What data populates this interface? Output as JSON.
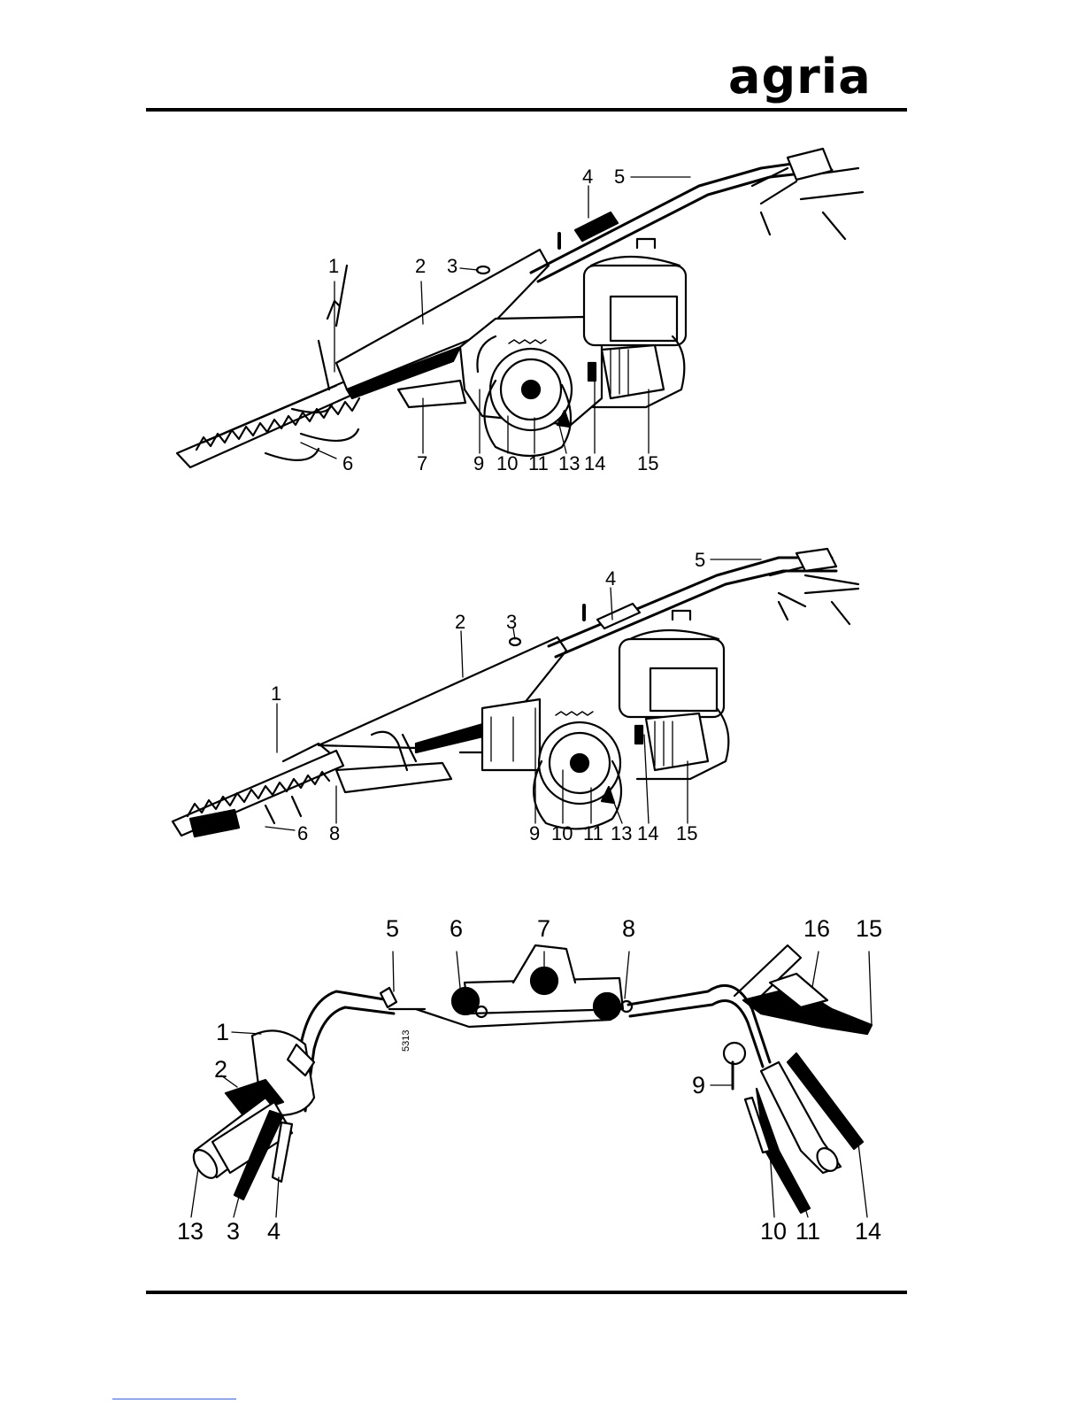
{
  "header": {
    "logo": "agria"
  },
  "figures": [
    {
      "id": "mower-1",
      "labels": [
        "1",
        "2",
        "3",
        "4",
        "5",
        "6",
        "7",
        "9",
        "10",
        "11",
        "13",
        "14",
        "15"
      ]
    },
    {
      "id": "mower-2",
      "labels": [
        "1",
        "2",
        "3",
        "4",
        "5",
        "6",
        "8",
        "9",
        "10",
        "11",
        "13",
        "14",
        "15"
      ]
    },
    {
      "id": "handlebar",
      "labels": [
        "1",
        "2",
        "3",
        "4",
        "5",
        "6",
        "7",
        "8",
        "9",
        "10",
        "11",
        "13",
        "14",
        "15",
        "16"
      ],
      "code": "5313"
    }
  ]
}
